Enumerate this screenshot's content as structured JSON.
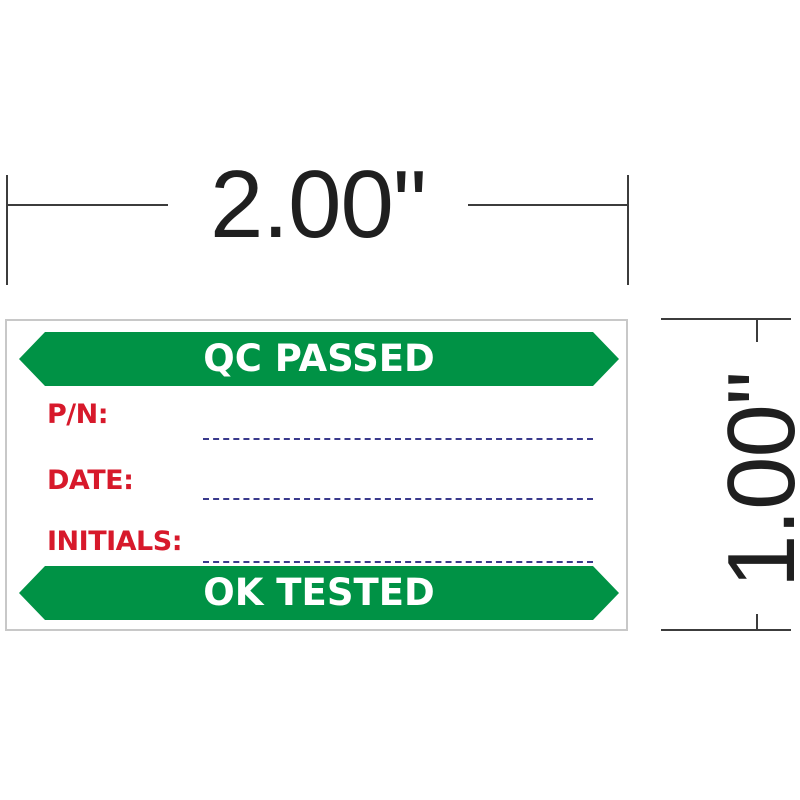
{
  "dimensions": {
    "width_label": "2.00\"",
    "height_label": "1.00\""
  },
  "label": {
    "top_banner": "QC PASSED",
    "bottom_banner": "OK TESTED",
    "fields": [
      {
        "label": "P/N:"
      },
      {
        "label": "DATE:"
      },
      {
        "label": "INITIALS:"
      }
    ]
  },
  "colors": {
    "banner_green": "#009245",
    "field_text_red": "#d7192b",
    "line_blue": "#3a3a8c",
    "dimension_text": "#1f1f1f",
    "label_border": "#c8c8c8"
  }
}
